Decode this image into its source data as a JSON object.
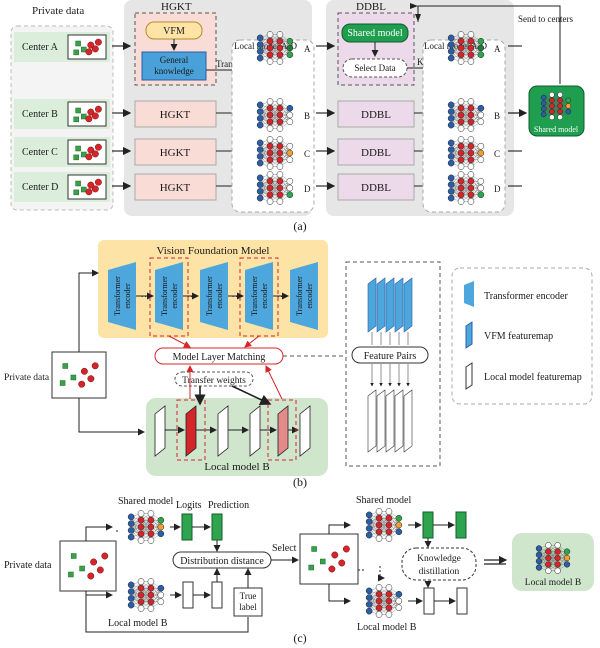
{
  "panel_a": {
    "private_data_title": "Private data",
    "centers": [
      "Center A",
      "Center B",
      "Center C",
      "Center D"
    ],
    "hgkt_title": "HGKT",
    "vfm": "VFM",
    "general_knowledge_line1": "General",
    "general_knowledge_line2": "knowledge",
    "hgkt_block": "HGKT",
    "local_model_a_d_1": "Local model A-D",
    "transfer": "Transfer",
    "model_letters_1": [
      "A",
      "B",
      "C",
      "D"
    ],
    "ddbl_title": "DDBL",
    "shared_model": "Shared model",
    "select_data": "Select Data",
    "kd": "KD",
    "ddbl_block": "DDBL",
    "local_model_a_d_2": "Local model A-D",
    "model_letters_2": [
      "A",
      "B",
      "C",
      "D"
    ],
    "send_to_centers": "Send to centers",
    "shared_model_right": "Shared model",
    "caption": "(a)"
  },
  "panel_b": {
    "vfm_title": "Vision Foundation Model",
    "encoder_line1": "Transformer",
    "encoder_line2": "encoder",
    "model_layer_matching": "Model Layer Matching",
    "transfer_weights": "Transfer weights",
    "private_data": "Private data",
    "local_model_b": "Local model B",
    "feature_pairs": "Feature Pairs",
    "legend": [
      "Transformer encoder",
      "VFM featuremap",
      "Local model featuremap"
    ],
    "caption": "(b)"
  },
  "panel_c": {
    "shared_model": "Shared model",
    "logits": "Logits",
    "prediction": "Prediction",
    "private_data": "Private data",
    "distribution_distance": "Distribution distance",
    "true_label_line1": "True",
    "true_label_line2": "label",
    "local_model_b": "Local model B",
    "select": "Select",
    "shared_model_2": "Shared model",
    "knowledge_line1": "Knowledge",
    "knowledge_line2": "distillation",
    "local_model_b_2": "Local model B",
    "local_model_b_right": "Local model B",
    "caption": "(c)"
  },
  "colors": {
    "center_green": "#dbeedb",
    "hgkt_pink": "#f9dcd6",
    "ddbl_purple": "#ecd9ea",
    "vfm_orange": "#fde3a6",
    "vfm_block": "#fbecc6",
    "knowledge_blue": "#4aa0d8",
    "shared_green": "#1e9e4e",
    "local_green": "#cfe5cc",
    "encoder_blue": "#4da6dc",
    "red": "#d4262a",
    "orange": "#f0a030",
    "node_blue": "#2b5ea8"
  }
}
